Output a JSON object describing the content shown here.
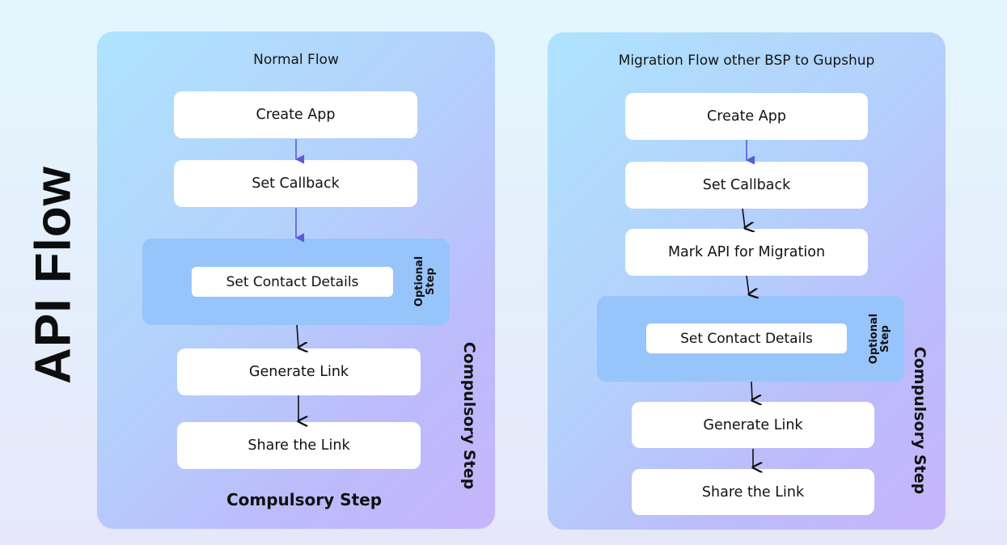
{
  "title": "API Flow",
  "colors": {
    "arrow_blue": "#5b5bd6",
    "arrow_dark": "#111111",
    "optional_bg": "#97c4fb",
    "box_bg": "#ffffff"
  },
  "normal_flow": {
    "title": "Normal Flow",
    "steps": [
      "Create App",
      "Set Callback",
      "Set Contact Details",
      "Generate Link",
      "Share the Link"
    ],
    "optional_label": "Optional\nStep",
    "compulsory_vertical": "Compulsory Step",
    "compulsory_bottom": "Compulsory Step"
  },
  "migration_flow": {
    "title": "Migration Flow other BSP to Gupshup",
    "steps": [
      "Create App",
      "Set Callback",
      "Mark API for Migration",
      "Set Contact Details",
      "Generate Link",
      "Share the Link"
    ],
    "optional_label": "Optional\nStep",
    "compulsory_vertical": "Compulsory Step"
  }
}
